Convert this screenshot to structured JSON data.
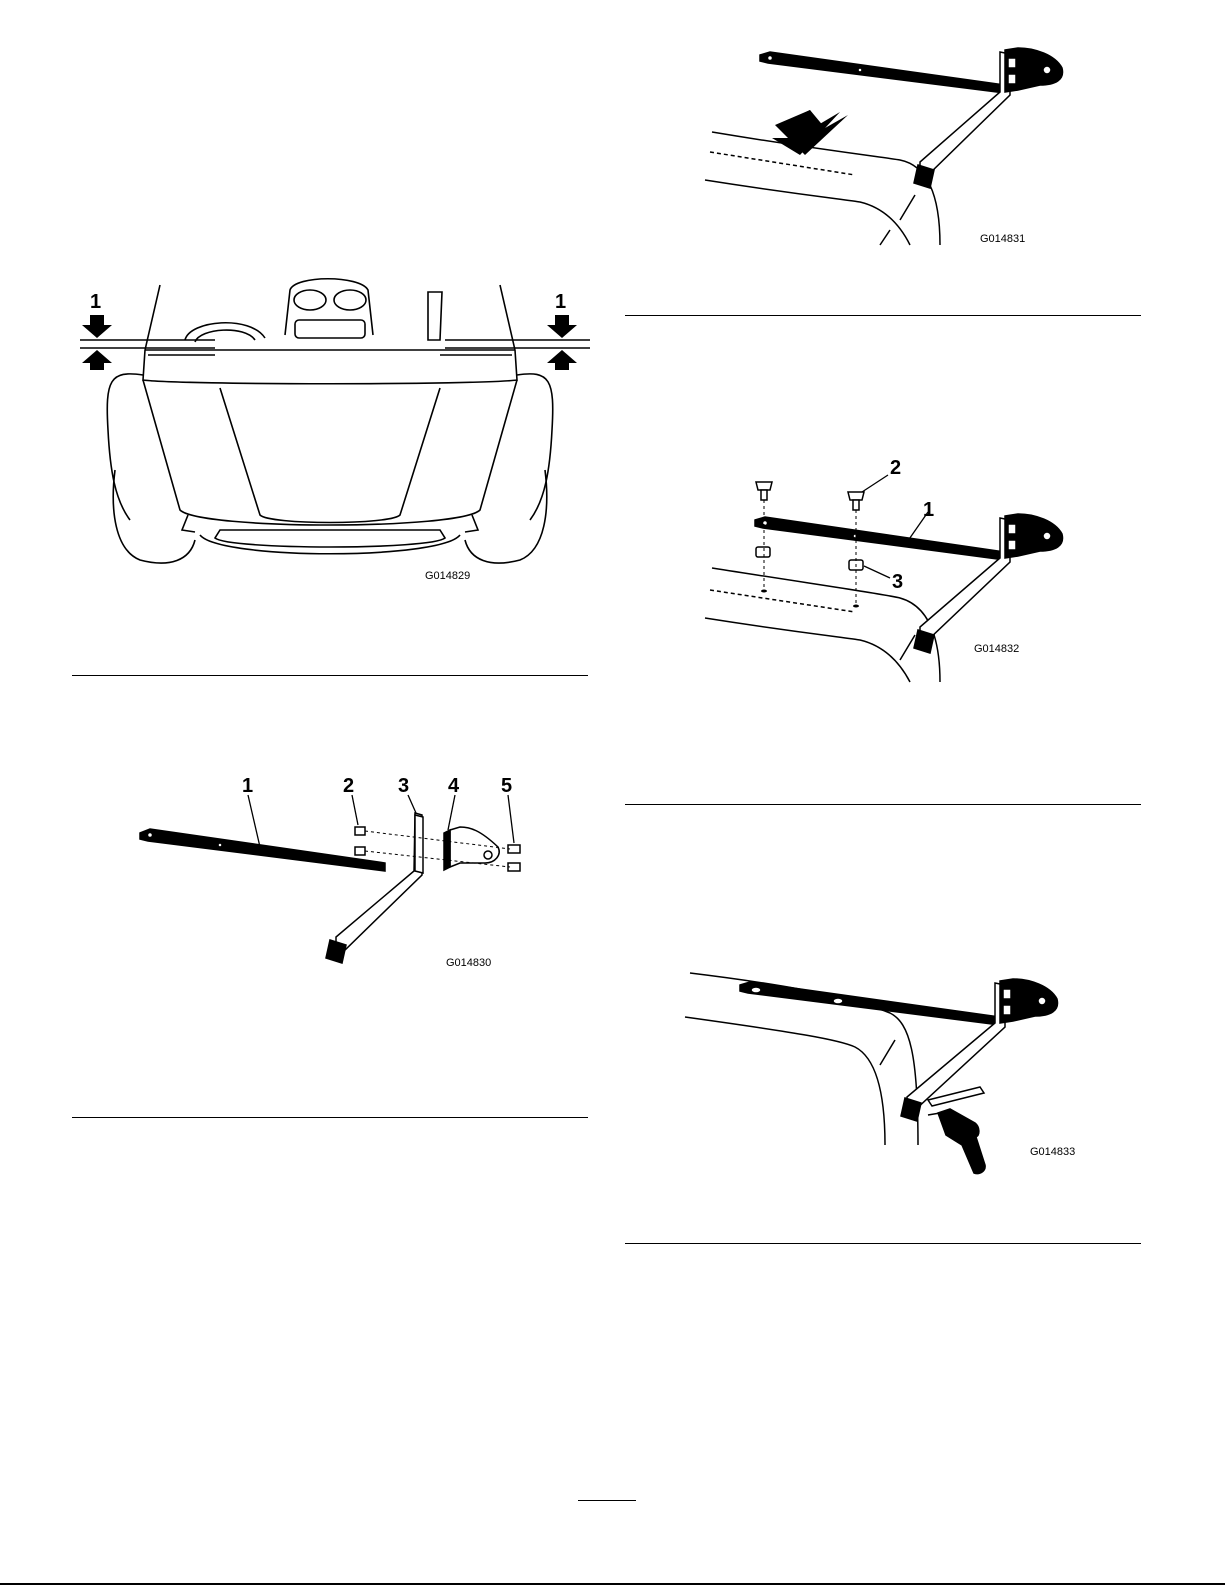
{
  "figures": {
    "cart_front": {
      "code": "G014829",
      "callouts": [
        "1",
        "1"
      ]
    },
    "bracket_exploded": {
      "code": "G014830",
      "callouts": [
        "1",
        "2",
        "3",
        "4",
        "5"
      ]
    },
    "bracket_on_roof": {
      "code": "G014831"
    },
    "bracket_fasteners": {
      "code": "G014832",
      "callouts": [
        "2",
        "1",
        "3"
      ]
    },
    "bracket_drill": {
      "code": "G014833"
    }
  }
}
